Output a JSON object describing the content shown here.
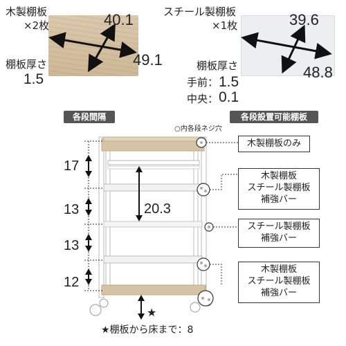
{
  "wood_panel": {
    "title": "木製棚板",
    "count": "×2枚",
    "width": "40.1",
    "depth": "49.1",
    "thickness_label": "棚板厚さ",
    "thickness": "1.5"
  },
  "steel_panel": {
    "title": "スチール製棚板",
    "count": "×1枚",
    "width": "39.6",
    "depth": "48.8",
    "thickness_label": "棚板厚さ",
    "front_label": "手前：",
    "front_value": "1.5",
    "center_label": "中央：",
    "center_value": "0.1"
  },
  "headers": {
    "spacing": "各段間隔",
    "installable": "各段設置可能棚板"
  },
  "screw_hole_note": "○内各段ネジ穴",
  "spacings": [
    "17",
    "13",
    "13",
    "12"
  ],
  "inner_spacing": "20.3",
  "star": "★",
  "boxes": [
    [
      "木製棚板のみ"
    ],
    [
      "木製棚板",
      "スチール製棚板",
      "補強バー"
    ],
    [
      "スチール製棚板",
      "補強バー"
    ],
    [
      "木製棚板",
      "スチール製棚板",
      "補強バー"
    ]
  ],
  "footer": "★棚板から床まで：8",
  "colors": {
    "header_bg": "#555555",
    "wood": "#d6c3a6",
    "steel": "#eceef0",
    "frame": "#ffffff"
  }
}
